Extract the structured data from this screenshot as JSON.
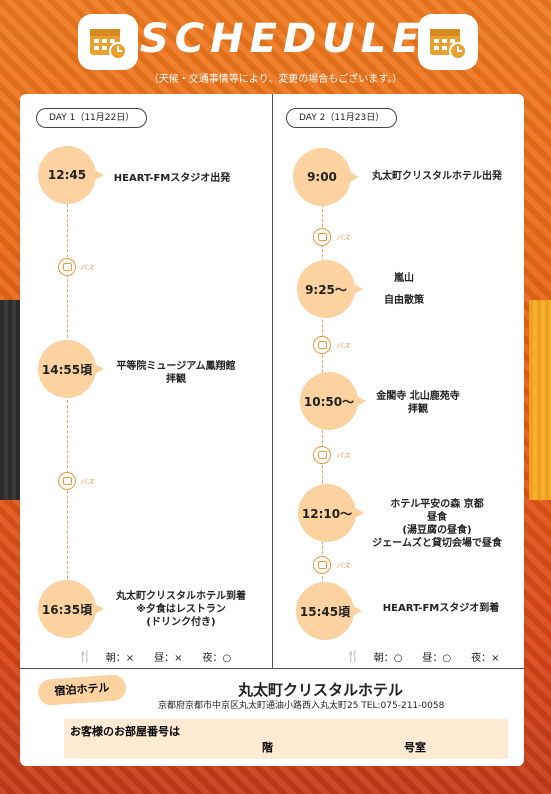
{
  "header": {
    "title": "SCHEDULE",
    "note": "（天候・交通事情等により、変更の場合もございます。）"
  },
  "day1": {
    "tag": "DAY 1（11月22日）",
    "stops": [
      {
        "time": "12:45",
        "desc": "HEART-FMスタジオ出発"
      },
      {
        "time": "14:55頃",
        "desc": "平等院ミュージアム鳳翔館\n拝観"
      },
      {
        "time": "16:35頃",
        "desc": "丸太町クリスタルホテル到着\n※夕食はレストラン\n(ドリンク付き)"
      }
    ],
    "bus": "バス",
    "meals": "朝：×　　昼：×　　夜：○"
  },
  "day2": {
    "tag": "DAY 2（11月23日）",
    "stops": [
      {
        "time": "9:00",
        "desc": "丸太町クリスタルホテル出発"
      },
      {
        "time": "9:25～",
        "desc": "嵐山\n自由散策"
      },
      {
        "time": "10:50～",
        "desc": "金閣寺 北山鹿苑寺\n拝観"
      },
      {
        "time": "12:10～",
        "desc": "ホテル平安の森 京都\n昼食\n(湯豆腐の昼食)\nジェームズと貸切会場で昼食"
      },
      {
        "time": "15:45頃",
        "desc": "HEART-FMスタジオ到着"
      }
    ],
    "bus": "バス",
    "meals": "朝：○　　昼：○　　夜：×"
  },
  "hotel": {
    "label": "宿泊ホテル",
    "name": "丸太町クリスタルホテル",
    "address": "京都府京都市中京区丸太町通油小路西入丸太町25 TEL:075-211-0058"
  },
  "room": {
    "question": "お客様のお部屋番号は",
    "floor": "階",
    "number": "号室"
  },
  "colors": {
    "accent": "#ea6a18",
    "circle": "#fbd2a0",
    "bus": "#e69a40"
  }
}
